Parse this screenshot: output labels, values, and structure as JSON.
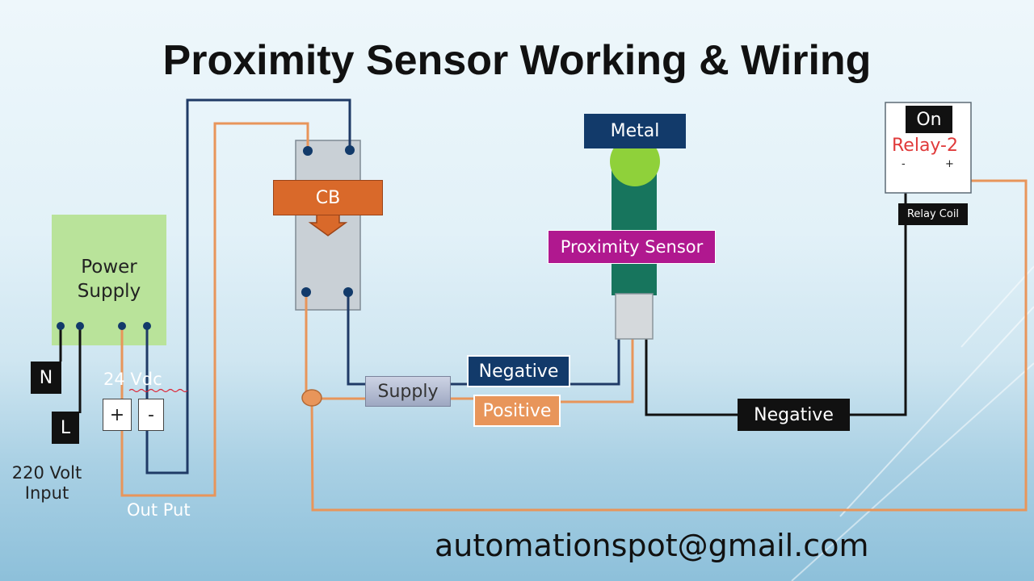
{
  "title": "Proximity Sensor Working & Wiring",
  "email": "automationspot@gmail.com",
  "labels": {
    "power_supply_line1": "Power",
    "power_supply_line2": "Supply",
    "neutral": "N",
    "line": "L",
    "input": "220 Volt\nInput",
    "vdc": "24 Vdc",
    "plus": "+",
    "minus": "-",
    "output": "Out Put",
    "cb": "CB",
    "supply": "Supply",
    "negative_sensor": "Negative",
    "positive": "Positive",
    "metal": "Metal",
    "proximity_sensor": "Proximity Sensor",
    "negative_relay": "Negative",
    "relay_on": "On",
    "relay_name": "Relay-2",
    "relay_minus": "-",
    "relay_plus": "+",
    "relay_coil": "Relay Coil"
  },
  "colors": {
    "orange_wire": "#e8955a",
    "dark_wire": "#1f3a66",
    "black_wire": "#111111",
    "cb_orange": "#d9692a",
    "magenta": "#b0188f",
    "navy": "#123a6a",
    "sensor_green": "#17755d",
    "metal_green": "#8fd13a",
    "psu_green": "#b9e39a"
  }
}
